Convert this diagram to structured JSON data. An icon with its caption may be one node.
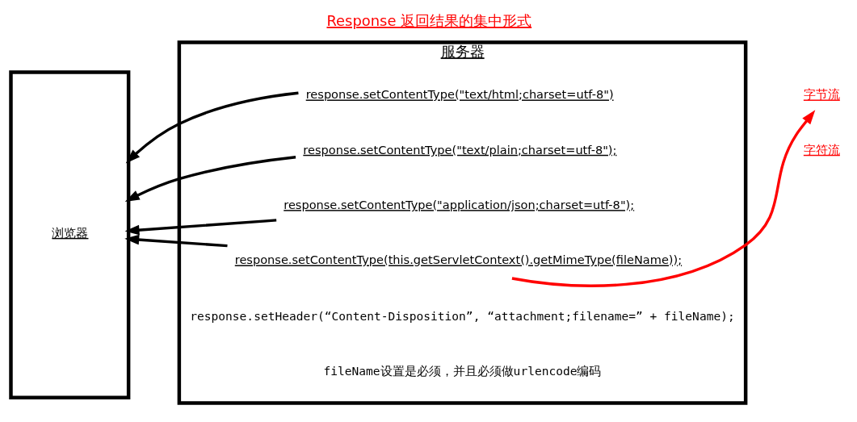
{
  "diagram": {
    "title": "Response 返回结果的集中形式",
    "nodes": [
      {
        "text": [
          "浏览器"
        ]
      },
      {
        "text": [
          "服务器"
        ]
      },
      {
        "text": [
          "response.setContentType(\"text/html;charset=utf-8\")"
        ],
        "in": 1
      },
      {
        "text": [
          "response.setContentType(\"text/plain;charset=utf-8\");"
        ],
        "in": 1
      },
      {
        "text": [
          "response.setContentType(\"application/json;charset=utf-8\");"
        ],
        "in": 1
      },
      {
        "text": [
          "response.setContentType(this.getServletContext().getMimeType(fileName));"
        ],
        "in": 1
      },
      {
        "text": [
          "字节流"
        ]
      }
    ],
    "edges": [
      {
        "from": 2,
        "to": 0,
        "arrow": "to"
      },
      {
        "from": 3,
        "to": 0,
        "arrow": "to"
      },
      {
        "from": 4,
        "to": 0,
        "arrow": "to"
      },
      {
        "from": 5,
        "to": 0,
        "arrow": "to"
      },
      {
        "from": 5,
        "to": 6,
        "arrow": "to",
        "color": "#ff0000"
      }
    ],
    "labels": [
      "字符流",
      "response.setHeader(“Content-Disposition”, “attachment;filename=” + fileName);",
      "fileName设置是必须，并且必须做urlencode编码"
    ]
  }
}
